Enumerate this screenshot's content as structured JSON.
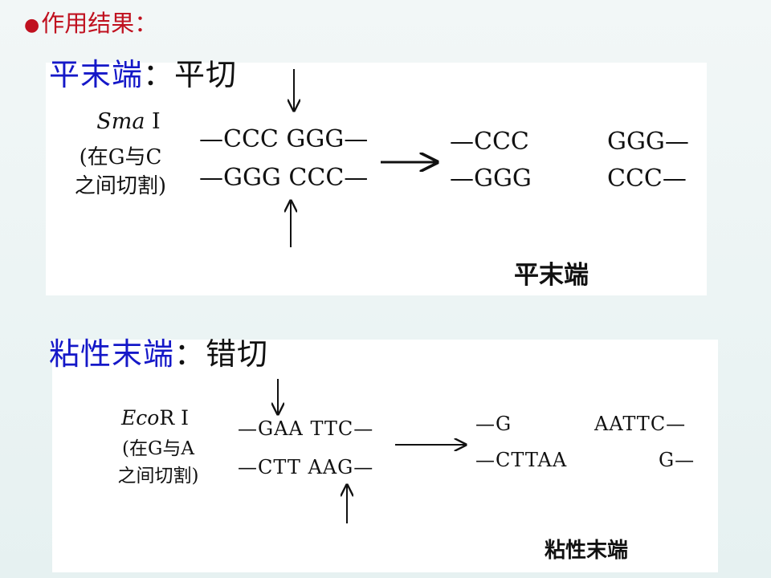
{
  "heading": "作用结果：",
  "blunt": {
    "title_colored": "平末端",
    "title_rest": "：平切",
    "enzyme_italic": "Sma",
    "enzyme_rest": " Ⅰ",
    "note_line1": "(在G与C",
    "note_line2": "之间切割)",
    "top_strand": "—CCC GGG—",
    "bottom_strand": "—GGG CCC—",
    "product_left_top": "—CCC",
    "product_left_bottom": "—GGG",
    "product_right_top": "GGG—",
    "product_right_bottom": "CCC—",
    "end_label": "平末端"
  },
  "sticky": {
    "title_colored": "粘性末端",
    "title_rest": "：错切",
    "enzyme_italic": "Eco",
    "enzyme_rest": "R Ⅰ",
    "note_line1": "(在G与A",
    "note_line2": "之间切割)",
    "top_strand": "—GAA TTC—",
    "bottom_strand": "—CTT AAG—",
    "product_left_top": "—G",
    "product_left_bottom": "—CTTAA",
    "product_right_top": "AATTC—",
    "product_right_bottom": "G—",
    "end_label": "粘性末端"
  },
  "colors": {
    "heading": "#c0111f",
    "title_blue": "#1518c8",
    "text": "#111111"
  }
}
